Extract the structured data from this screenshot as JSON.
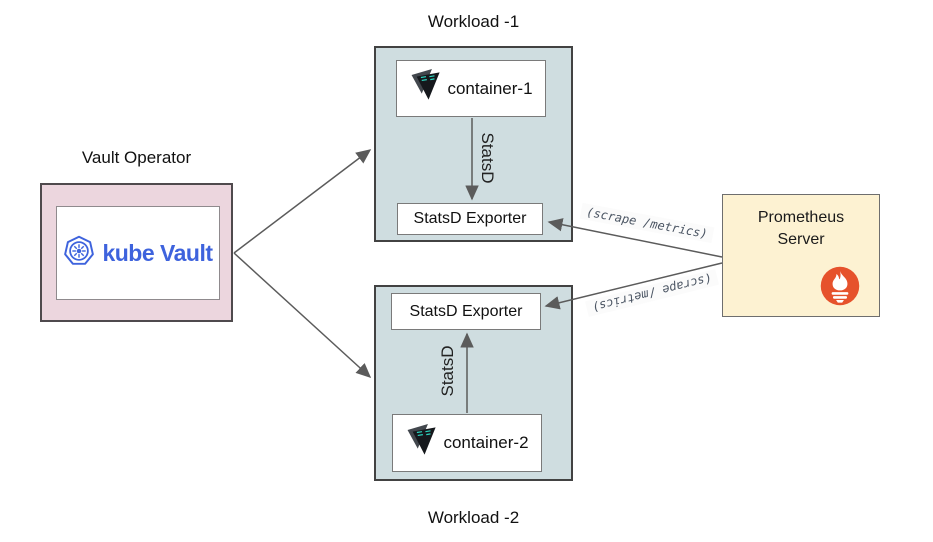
{
  "diagram": {
    "vault": {
      "title": "Vault Operator",
      "logo_text": "kube Vault"
    },
    "workload1": {
      "title": "Workload -1",
      "container_label": "container-1",
      "edge_label": "StatsD",
      "exporter_label": "StatsD Exporter"
    },
    "workload2": {
      "title": "Workload -2",
      "container_label": "container-2",
      "edge_label": "StatsD",
      "exporter_label": "StatsD Exporter"
    },
    "prometheus": {
      "title_line1": "Prometheus",
      "title_line2": "Server"
    },
    "edges": {
      "scrape_top": "(scrape /metrics)",
      "scrape_bottom": "(scrape /metrics)"
    },
    "colors": {
      "workload_fill": "#cfdde0",
      "vault_fill": "#ecd6de",
      "prometheus_fill": "#fdf2d2",
      "arrow": "#5b5b5b",
      "kube_vault_blue": "#3e63dd",
      "prometheus_orange": "#e6522c",
      "container_icon_dark": "#15181c",
      "container_icon_teal": "#2dd4bf"
    }
  }
}
